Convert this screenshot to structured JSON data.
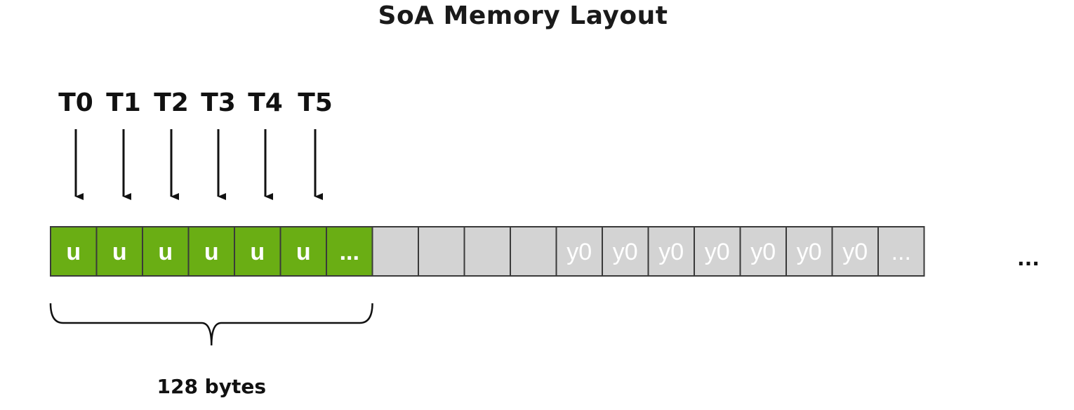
{
  "title": "SoA Memory Layout",
  "threads": [
    "T0",
    "T1",
    "T2",
    "T3",
    "T4",
    "T5"
  ],
  "cells": [
    {
      "label": "u",
      "kind": "green"
    },
    {
      "label": "u",
      "kind": "green"
    },
    {
      "label": "u",
      "kind": "green"
    },
    {
      "label": "u",
      "kind": "green"
    },
    {
      "label": "u",
      "kind": "green"
    },
    {
      "label": "u",
      "kind": "green"
    },
    {
      "label": "...",
      "kind": "green"
    },
    {
      "label": "",
      "kind": "gray"
    },
    {
      "label": "",
      "kind": "gray"
    },
    {
      "label": "",
      "kind": "gray"
    },
    {
      "label": "",
      "kind": "gray"
    },
    {
      "label": "y0",
      "kind": "gray"
    },
    {
      "label": "y0",
      "kind": "gray"
    },
    {
      "label": "y0",
      "kind": "gray"
    },
    {
      "label": "y0",
      "kind": "gray"
    },
    {
      "label": "y0",
      "kind": "gray"
    },
    {
      "label": "y0",
      "kind": "gray"
    },
    {
      "label": "y0",
      "kind": "gray"
    },
    {
      "label": "...",
      "kind": "gray"
    }
  ],
  "trailing_ellipsis": "...",
  "brace_label": "128 bytes",
  "colors": {
    "green": "#6aae14",
    "gray": "#d3d3d3",
    "border": "#3a3a3a",
    "text_dark": "#111111"
  }
}
